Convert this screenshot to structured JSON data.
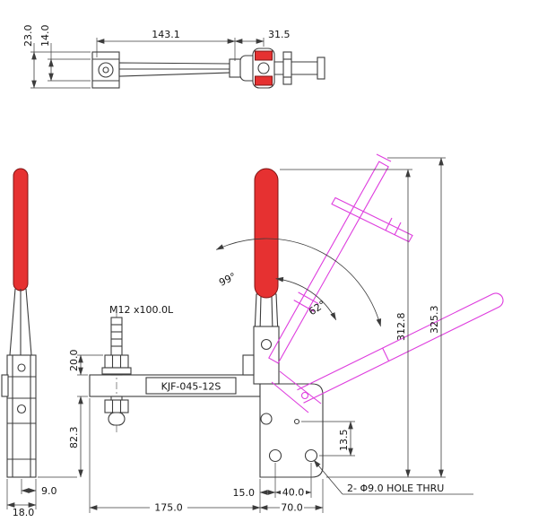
{
  "drawing": {
    "model_label": "KJF-045-12S",
    "spindle_label": "M12 x100.0L",
    "hole_note": "2- Φ9.0 HOLE THRU",
    "colors": {
      "line": "#3c3c3c",
      "handle_red": "#e63131",
      "phantom_magenta": "#de3dde",
      "text": "#141414",
      "background": "#ffffff"
    },
    "angles": {
      "handle_travel": "99°",
      "arm_open": "62°"
    },
    "top_view_dims": {
      "overall_height": "23.0",
      "inner_height": "14.0",
      "arm_length": "143.1",
      "head_offset": "31.5"
    },
    "front_view_dims": {
      "max_height": "325.3",
      "open_height": "312.8",
      "hole_to_edge": "13.5",
      "spindle_stickout": "20.0",
      "body_height": "82.3",
      "side_half": "9.0",
      "side_width": "18.0",
      "bar_length": "175.0",
      "hole_inset": "15.0",
      "hole_pitch": "40.0",
      "plate_width": "70.0"
    }
  }
}
